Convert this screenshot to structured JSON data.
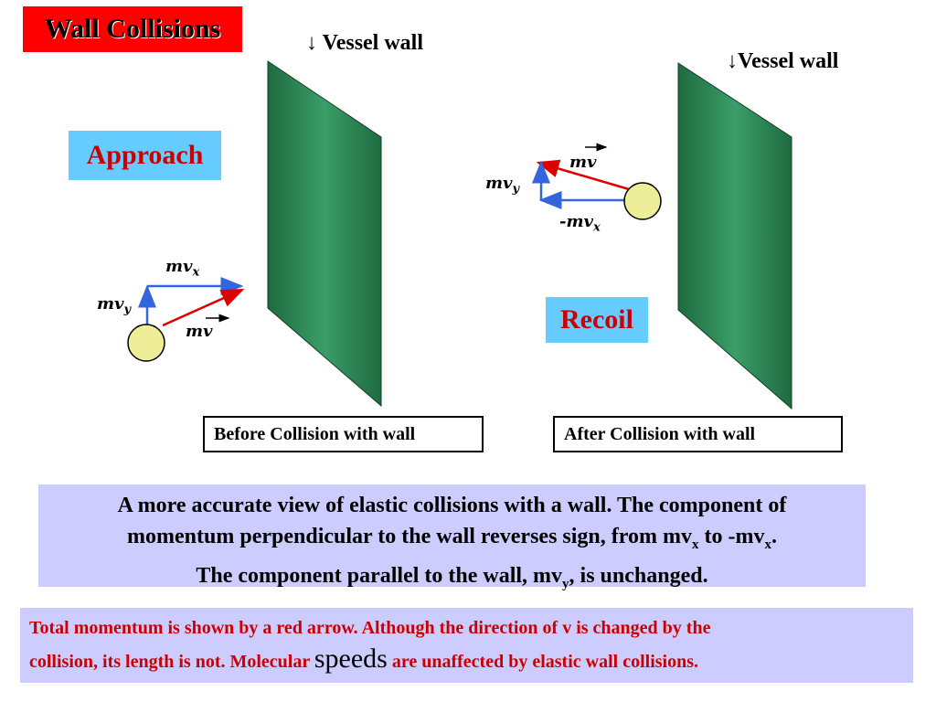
{
  "title": "Wall Collisions",
  "wall_labels": {
    "left": "↓ Vessel wall",
    "right": "↓Vessel wall"
  },
  "phase_labels": {
    "approach": "Approach",
    "recoil": "Recoil"
  },
  "captions": {
    "before": "Before Collision with wall",
    "after": "After Collision with wall"
  },
  "vector_labels": {
    "mv": "mv",
    "mvx": "mv",
    "mvx_sub": "x",
    "mvy": "mv",
    "mvy_sub": "y",
    "neg_mvx_prefix": "-",
    "neg_mvx": "mv",
    "neg_mvx_sub": "x"
  },
  "explanation": {
    "line1": "A more accurate view of elastic collisions with a wall. The component of",
    "line2a": "momentum perpendicular to the wall reverses sign, from mv",
    "line2_sub1": "x",
    "line2b": " to -mv",
    "line2_sub2": "x",
    "line2c": ".",
    "line3a": "The component parallel to the wall, mv",
    "line3_sub": "y",
    "line3b": ", is unchanged."
  },
  "total_note": {
    "line1": "Total momentum is shown by a red arrow. Although the direction of v is changed by the",
    "line2a": "collision, its length is not. Molecular ",
    "big": "speeds",
    "line2b": " are unaffected by elastic wall collisions."
  },
  "colors": {
    "title_bg": "#ff0000",
    "phase_bg": "#66ccff",
    "phase_text": "#cc0000",
    "wall_green": "#2e8b57",
    "wall_dark": "#1f6b3f",
    "ball": "#eeee99",
    "momentum_arrow": "#dd0000",
    "component_arrow": "#3366dd",
    "note_bg": "#ccccff"
  }
}
